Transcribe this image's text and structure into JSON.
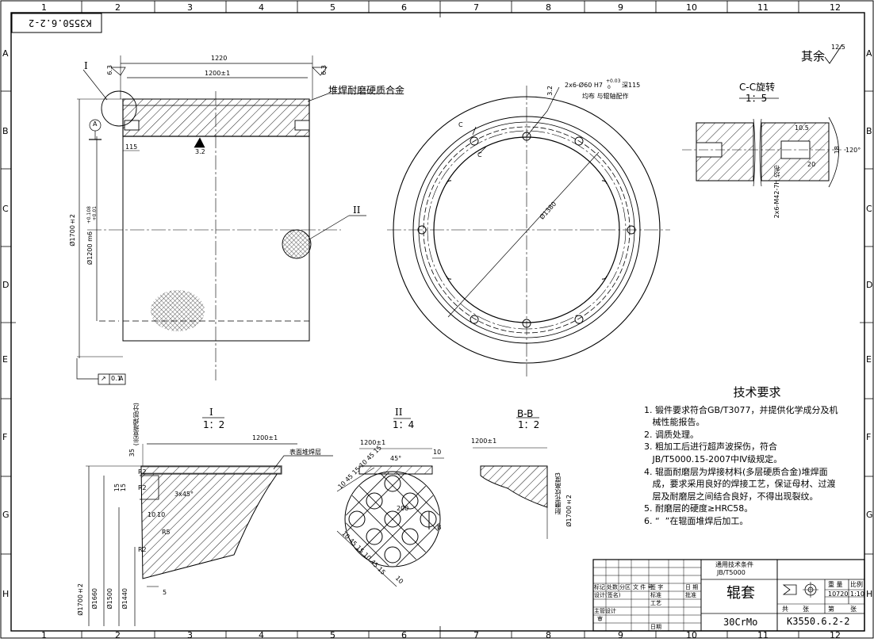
{
  "frame": {
    "top_cols": [
      "1",
      "2",
      "3",
      "4",
      "5",
      "6",
      "7",
      "8",
      "9",
      "10",
      "11",
      "12"
    ],
    "rows": [
      "A",
      "B",
      "C",
      "D",
      "E",
      "F",
      "G",
      "H"
    ],
    "drawing_no_stamp": "K3550.6.2-2"
  },
  "roughness": {
    "rest_label": "其余",
    "rest_value": "12.5",
    "r1": "6.3",
    "r2": "6.3",
    "r3": "3.2",
    "r4": "3.2"
  },
  "main_view": {
    "dim_1220": "1220",
    "dim_1200": "1200±1",
    "hardface_note": "堆焊耐磨硬质合金",
    "dim_115": "115",
    "dim_d1700": "Ø1700±2",
    "dim_d1200": "Ø1200 m6",
    "dim_d1200_tol_up": "+0.108",
    "dim_d1200_tol_lo": "+0.01",
    "detail_I": "I",
    "detail_II": "II",
    "datum_A": "A",
    "runout_sym": "↗",
    "runout_val": "0.1",
    "runout_ref": "A"
  },
  "end_view": {
    "hole_note": "2x6-Ø60 H7",
    "hole_tol": "+0.03",
    "hole_tol2": "0",
    "hole_depth": "深115",
    "hole_note2": "均布 与辊轴配作",
    "dim_d1380": "Ø1380",
    "section_C": "C"
  },
  "section_cc": {
    "title": "C-C旋转",
    "scale": "1：5",
    "dim_105": "10.5",
    "dim_20": "20",
    "dim_18": "18",
    "dim_120": "120°",
    "thread_note": "2x6-M42-7H 均布"
  },
  "detail_1": {
    "title": "I",
    "scale": "1：2",
    "dim_1200": "1200±1",
    "surface_note": "表面堆焊层",
    "dim_35": "35",
    "angle_note": "(示意堆焊部分)",
    "dim_15": "15",
    "dim_15b": "15",
    "dim_r2": "R2",
    "dim_r2b": "R2",
    "chamfer": "3x45°",
    "dim_10": "10",
    "dim_10b": "10",
    "dim_r5": "R5",
    "dim_r2c": "R2",
    "dim_5": "5",
    "dim_d1700": "Ø1700±2",
    "dim_d1660": "Ø1660",
    "dim_d1500": "Ø1500",
    "dim_d1440": "Ø1440"
  },
  "detail_2": {
    "title": "II",
    "scale": "1：4",
    "dim_1200": "1200±1",
    "dim_10": "10",
    "dim_45": "45°",
    "dims_diag": "10 45 15 10 45 15",
    "dims_diag2": "10 45 15 10 45 15",
    "dim_10b": "10",
    "dim_200": "200",
    "section_B": "B"
  },
  "detail_bb": {
    "title": "B-B",
    "scale": "1：2",
    "dim_1200": "1200±1",
    "dim_d1700": "Ø1700±2",
    "note": "耐磨花纹高度3"
  },
  "tech_req": {
    "title": "技术要求",
    "items": [
      "1. 锻件要求符合GB/T3077，并提供化学成分及机",
      "   械性能报告。",
      "2. 调质处理。",
      "3. 粗加工后进行超声波探伤，符合",
      "   JB/T5000.15-2007中Ⅳ级规定。",
      "4. 辊面耐磨层为焊接材料(多层硬质合金)堆焊面",
      "   成，要求采用良好的焊接工艺，保证母材、过渡",
      "   层及耐磨层之间结合良好，不得出现裂纹。",
      "5. 耐磨层的硬度≥HRC58。",
      "6. “  ”在辊面堆焊后加工。"
    ]
  },
  "title_block": {
    "standard": "通用技术条件",
    "standard_no": "JB/T5000",
    "part_name": "辊套",
    "material": "30CrMo",
    "drawing_no": "K3550.6.2-2",
    "weight_label": "重 量",
    "scale_label": "比例",
    "weight": "10720",
    "scale": "1:10",
    "sheets_total": "共",
    "sheet_unit": "张",
    "sheet_no": "第",
    "sheet_unit2": "张",
    "rev_headers": [
      "标记",
      "处数",
      "分区",
      "文 件 号",
      "签 字",
      "日 期"
    ],
    "roles": [
      "设计",
      "审核",
      "工艺",
      "标准",
      "批准",
      "日期"
    ],
    "role_left": [
      "设计(签名)",
      "主管设计",
      "审"
    ]
  }
}
